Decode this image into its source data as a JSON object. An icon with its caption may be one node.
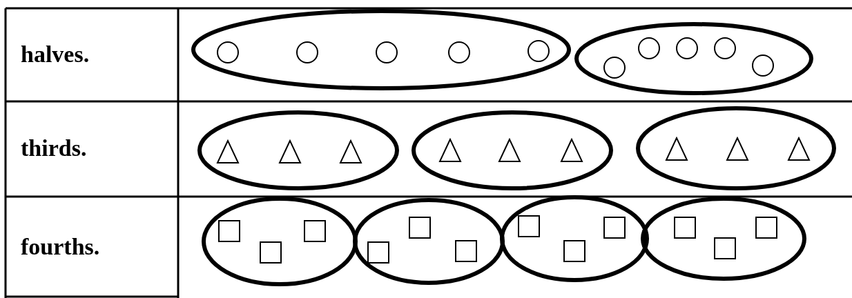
{
  "diagram": {
    "labels": [
      "halves.",
      "thirds.",
      "fourths."
    ]
  }
}
